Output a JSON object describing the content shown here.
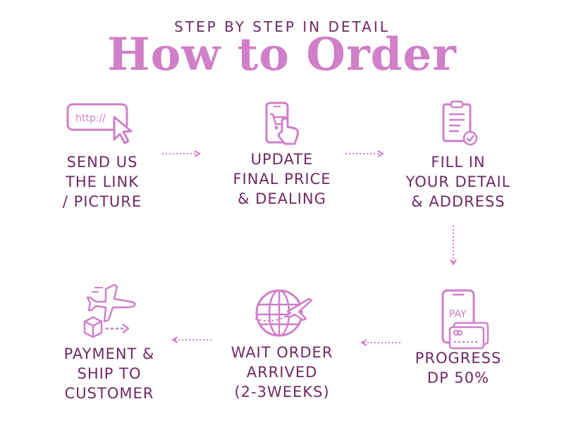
{
  "header": {
    "kicker": "STEP BY STEP IN DETAIL",
    "title": "How to Order"
  },
  "colors": {
    "accent": "#d07fc8",
    "text": "#6e2a63"
  },
  "steps": [
    {
      "icon": "link-cursor-icon",
      "icon_text": "http://",
      "lines": [
        "SEND US",
        "THE LINK",
        "/ PICTURE"
      ]
    },
    {
      "icon": "phone-cart-icon",
      "lines": [
        "UPDATE",
        "FINAL PRICE",
        "& DEALING"
      ]
    },
    {
      "icon": "clipboard-check-icon",
      "lines": [
        "FILL IN",
        "YOUR DETAIL",
        "& ADDRESS"
      ]
    },
    {
      "icon": "phone-pay-card-icon",
      "icon_text": "PAY",
      "lines": [
        "PROGRESS",
        "DP 50%"
      ]
    },
    {
      "icon": "globe-plane-icon",
      "lines": [
        "WAIT ORDER",
        "ARRIVED",
        "(2-3WEEKS)"
      ]
    },
    {
      "icon": "plane-box-icon",
      "lines": [
        "PAYMENT &",
        "SHIP TO",
        "CUSTOMER"
      ]
    }
  ]
}
